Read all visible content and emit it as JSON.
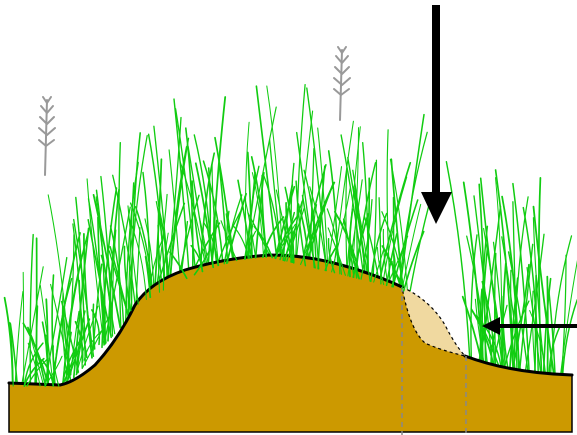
{
  "colors": {
    "background": "#ffffff",
    "soil": "#cc9900",
    "eroded_soil": "#f0d9a0",
    "grass": "#11cc11",
    "seed_head": "#999999",
    "outline": "#000000",
    "guide_line": "#888888",
    "arrow": "#000000"
  },
  "elements": {
    "mound": "soil-mound",
    "eroded_wedge": "eroded-soil-wedge",
    "vertical_arrow": "vertical-force-arrow",
    "horizontal_arrow": "horizontal-force-arrow",
    "guides": "dashed-guide-lines",
    "grass": "grass-blades",
    "seed_heads": "grass-seed-heads"
  }
}
